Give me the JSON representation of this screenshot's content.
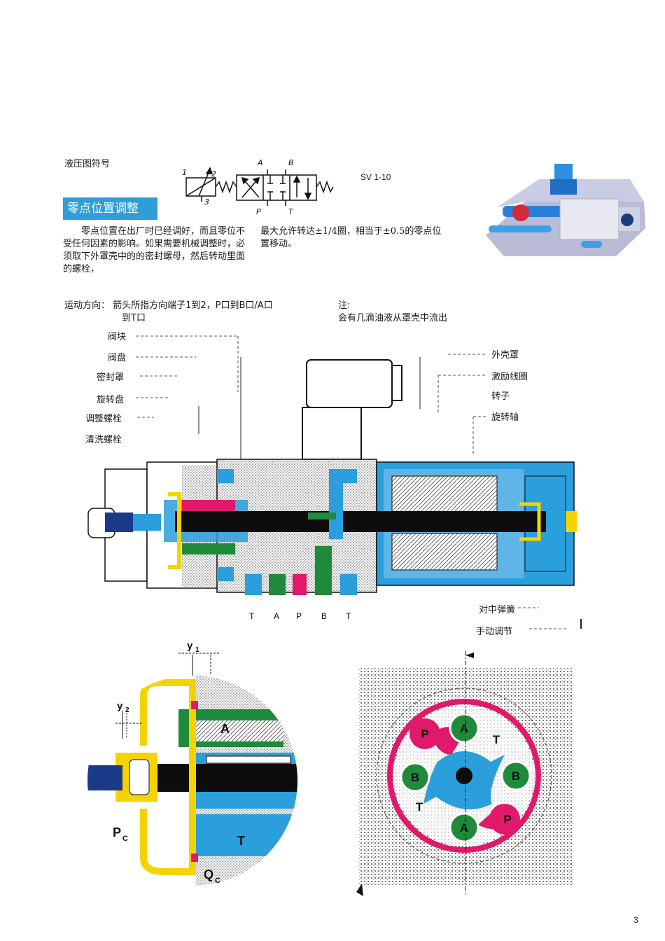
{
  "symbol_section": {
    "title": "液压图符号",
    "model": "SV 1-10",
    "symbol_letters": {
      "a": "A",
      "b": "B",
      "p": "P",
      "t": "T",
      "n1": "1",
      "n2": "2",
      "n3": "3"
    }
  },
  "zero_adjust": {
    "heading": "零点位置调整",
    "para_left": "零点位置在出厂时已经调好，而且零位不受任何因素的影响。如果需要机械调整时，必须取下外罩壳中的的密封螺母，然后转动里面的螺栓，",
    "para_right": "最大允许转达±1/4圈，相当于±0.5的零点位置移动。"
  },
  "motion": {
    "line1": "运动方向： 箭头所指方向端子1到2，P口到B口/A口",
    "line2": "到T口"
  },
  "note": {
    "line1": "注:",
    "line2": "会有几滴油液从罩壳中流出"
  },
  "section_labels": {
    "left": [
      "阀块",
      "阀盘",
      "密封罩",
      "旋转盘",
      "调整螺栓",
      "清洗螺栓"
    ],
    "right": [
      "外壳罩",
      "激励线圈",
      "转子",
      "旋转轴"
    ],
    "bottom": [
      "对中弹簧",
      "手动调节"
    ]
  },
  "section_ports": [
    "T",
    "A",
    "P",
    "B",
    "T"
  ],
  "detail_left": {
    "y1": "y",
    "y1_sub": "1",
    "y2": "y",
    "y2_sub": "2",
    "port_a": "A",
    "port_t": "T",
    "pc": "P",
    "pc_sub": "C",
    "qc": "Q",
    "qc_sub": "C"
  },
  "detail_right": {
    "ports": [
      "A",
      "P",
      "T",
      "B",
      "B",
      "T",
      "A",
      "P"
    ]
  },
  "page_number": "3",
  "colors": {
    "heading_bg": "#2f9ed8",
    "blue": "#2a9fdc",
    "pink": "#e0196b",
    "green": "#1f8a3c",
    "yellow": "#f4d400",
    "dark_blue": "#1b3a8a"
  }
}
